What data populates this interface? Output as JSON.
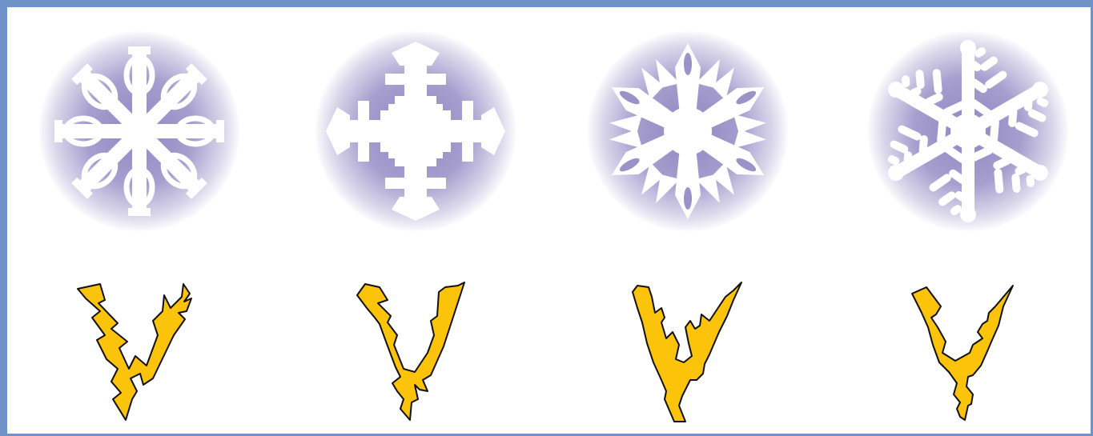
{
  "colors": {
    "frame_border": "#6f93c9",
    "background": "#ffffff",
    "glow": "#8f86c2",
    "snowflake_fill": "#ffffff",
    "template_fill": "#fcc30b",
    "template_stroke": "#111111"
  },
  "snowflakes": [
    {
      "icon": "snowflake-icon-1"
    },
    {
      "icon": "snowflake-icon-2"
    },
    {
      "icon": "snowflake-icon-3"
    },
    {
      "icon": "snowflake-icon-4"
    }
  ],
  "templates": [
    {
      "icon": "cut-template-icon-1"
    },
    {
      "icon": "cut-template-icon-2"
    },
    {
      "icon": "cut-template-icon-3"
    },
    {
      "icon": "cut-template-icon-4"
    }
  ]
}
